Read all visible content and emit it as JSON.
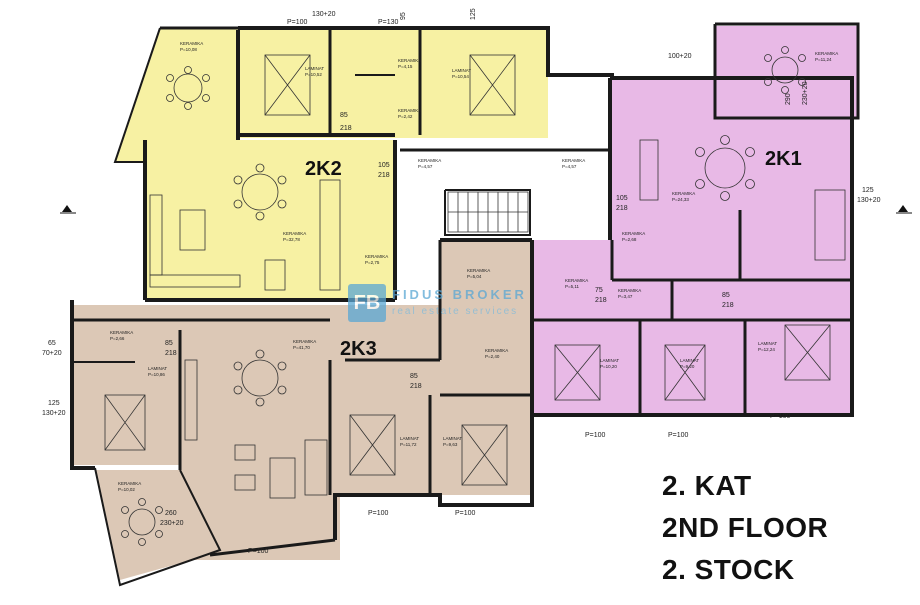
{
  "units": {
    "k1": "2K1",
    "k2": "2K2",
    "k3": "2K3"
  },
  "floor_caption": [
    "2. KAT",
    "2ND FLOOR",
    "2. STOCK"
  ],
  "watermark": {
    "logo": "FB",
    "name": "FIDUS BROKER",
    "sub": "real estate services"
  },
  "colors": {
    "yellow": "#f7f1a3",
    "pink": "#e8b9e6",
    "beige": "#dcc8b6",
    "wall": "#1a1a1a"
  },
  "rooms": [
    {
      "id": "k2-balcony",
      "name": "KERAMIKA",
      "area": "P=10,08"
    },
    {
      "id": "k2-bed1",
      "name": "LAMINAT",
      "area": "P=10,52"
    },
    {
      "id": "k2-bath",
      "name": "KERAMIKA",
      "area": "P=4,15"
    },
    {
      "id": "k2-hall",
      "name": "KERAMIKA",
      "area": "P=2,42"
    },
    {
      "id": "k2-bed2",
      "name": "LAMINAT",
      "area": "P=10,54"
    },
    {
      "id": "k2-living",
      "name": "KERAMIKA",
      "area": "P=32,78"
    },
    {
      "id": "k2-bath2",
      "name": "KERAMIKA",
      "area": "P=2,75"
    },
    {
      "id": "stair-hall",
      "name": "KERAMIKA",
      "area": "P=4,57"
    },
    {
      "id": "stair-hall2",
      "name": "KERAMIKA",
      "area": "P=4,57"
    },
    {
      "id": "k1-balcony",
      "name": "KERAMIKA",
      "area": "P=11,24"
    },
    {
      "id": "k1-living",
      "name": "KERAMIKA",
      "area": "P=24,33"
    },
    {
      "id": "k1-wc",
      "name": "KERAMIKA",
      "area": "P=2,68"
    },
    {
      "id": "k1-bath",
      "name": "KERAMIKA",
      "area": "P=5,11"
    },
    {
      "id": "k1-hall",
      "name": "KERAMIKA",
      "area": "P=3,47"
    },
    {
      "id": "k1-bed1",
      "name": "LAMINAT",
      "area": "P=10,20"
    },
    {
      "id": "k1-bed2",
      "name": "LAMINAT",
      "area": "P=9,20"
    },
    {
      "id": "k1-bed3",
      "name": "LAMINAT",
      "area": "P=12,24"
    },
    {
      "id": "k3-wc",
      "name": "KERAMIKA",
      "area": "P=2,66"
    },
    {
      "id": "k3-bed1",
      "name": "LAMINAT",
      "area": "P=10,86"
    },
    {
      "id": "k3-living",
      "name": "KERAMIKA",
      "area": "P=41,70"
    },
    {
      "id": "k3-bath",
      "name": "KERAMIKA",
      "area": "P=5,04"
    },
    {
      "id": "k3-hall",
      "name": "KERAMIKA",
      "area": "P=2,40"
    },
    {
      "id": "k3-bed2",
      "name": "LAMINAT",
      "area": "P=11,72"
    },
    {
      "id": "k3-bed3",
      "name": "LAMINAT",
      "area": "P=9,63"
    },
    {
      "id": "k3-balcony",
      "name": "KERAMIKA",
      "area": "P=10,02"
    }
  ],
  "dims": {
    "d95": "95",
    "d125": "125",
    "d130_20": "130+20",
    "d100_20": "100+20",
    "d85": "85",
    "d218": "218",
    "d75": "75",
    "d105": "105",
    "d260": "260",
    "d230_20": "230+20",
    "d290": "290",
    "d70_20": "70+20",
    "d65": "65",
    "p100": "P=100",
    "p130": "P=130",
    "p100b": "P=100",
    "p100c": "P=100",
    "p100d": "P=100",
    "p100e": "P=100",
    "p100f": "P=100",
    "p100g": "P=100"
  }
}
